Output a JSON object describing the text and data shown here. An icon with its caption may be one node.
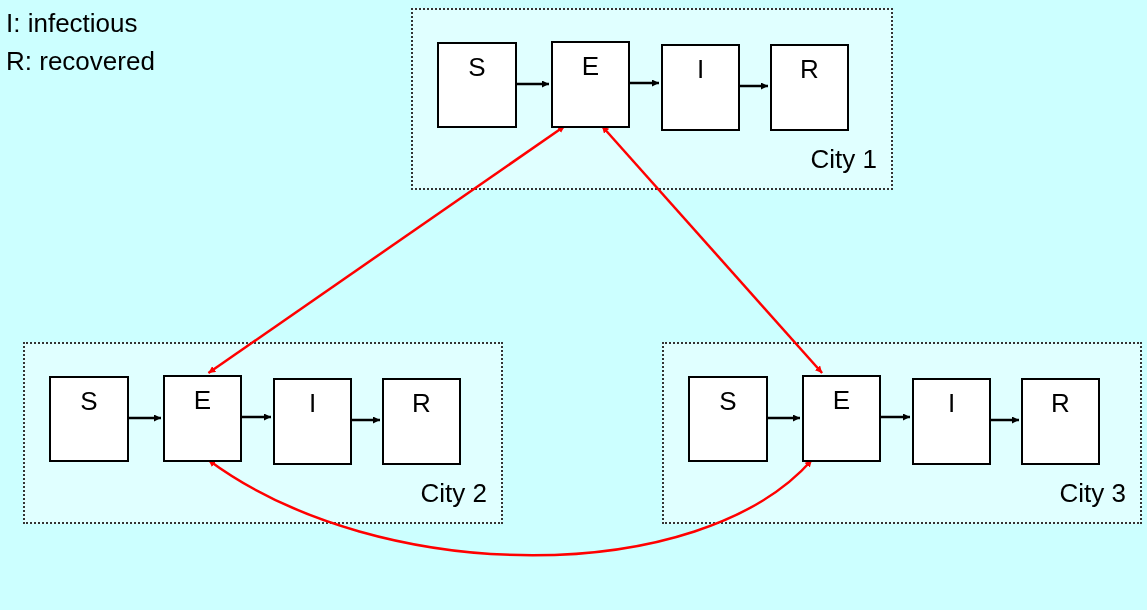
{
  "diagram": {
    "nodes": [
      {
        "text": [
          "City 1"
        ]
      },
      {
        "text": [
          "S"
        ],
        "in": 0
      },
      {
        "text": [
          "E"
        ],
        "in": 0
      },
      {
        "text": [
          "I"
        ],
        "in": 0
      },
      {
        "text": [
          "R"
        ],
        "in": 0
      },
      {
        "text": [
          "City 2"
        ]
      },
      {
        "text": [
          "S"
        ],
        "in": 5
      },
      {
        "text": [
          "E"
        ],
        "in": 5
      },
      {
        "text": [
          "I"
        ],
        "in": 5
      },
      {
        "text": [
          "R"
        ],
        "in": 5
      },
      {
        "text": [
          "City 3"
        ]
      },
      {
        "text": [
          "S"
        ],
        "in": 10
      },
      {
        "text": [
          "E"
        ],
        "in": 10
      },
      {
        "text": [
          "I"
        ],
        "in": 10
      },
      {
        "text": [
          "R"
        ],
        "in": 10
      }
    ],
    "edges": [
      {
        "from": 1,
        "to": 2,
        "arrow": "to"
      },
      {
        "from": 2,
        "to": 3,
        "arrow": "to"
      },
      {
        "from": 3,
        "to": 4,
        "arrow": "to"
      },
      {
        "from": 6,
        "to": 7,
        "arrow": "to"
      },
      {
        "from": 7,
        "to": 8,
        "arrow": "to"
      },
      {
        "from": 8,
        "to": 9,
        "arrow": "to"
      },
      {
        "from": 11,
        "to": 12,
        "arrow": "to"
      },
      {
        "from": 12,
        "to": 13,
        "arrow": "to"
      },
      {
        "from": 13,
        "to": 14,
        "arrow": "to"
      },
      {
        "from": 2,
        "to": 7,
        "arrow": "both",
        "color": "#ff0000"
      },
      {
        "from": 2,
        "to": 12,
        "arrow": "both",
        "color": "#ff0000"
      },
      {
        "from": 7,
        "to": 12,
        "arrow": "both",
        "color": "#ff0000"
      }
    ],
    "labels": [
      "I: infectious",
      "R: recovered"
    ]
  }
}
